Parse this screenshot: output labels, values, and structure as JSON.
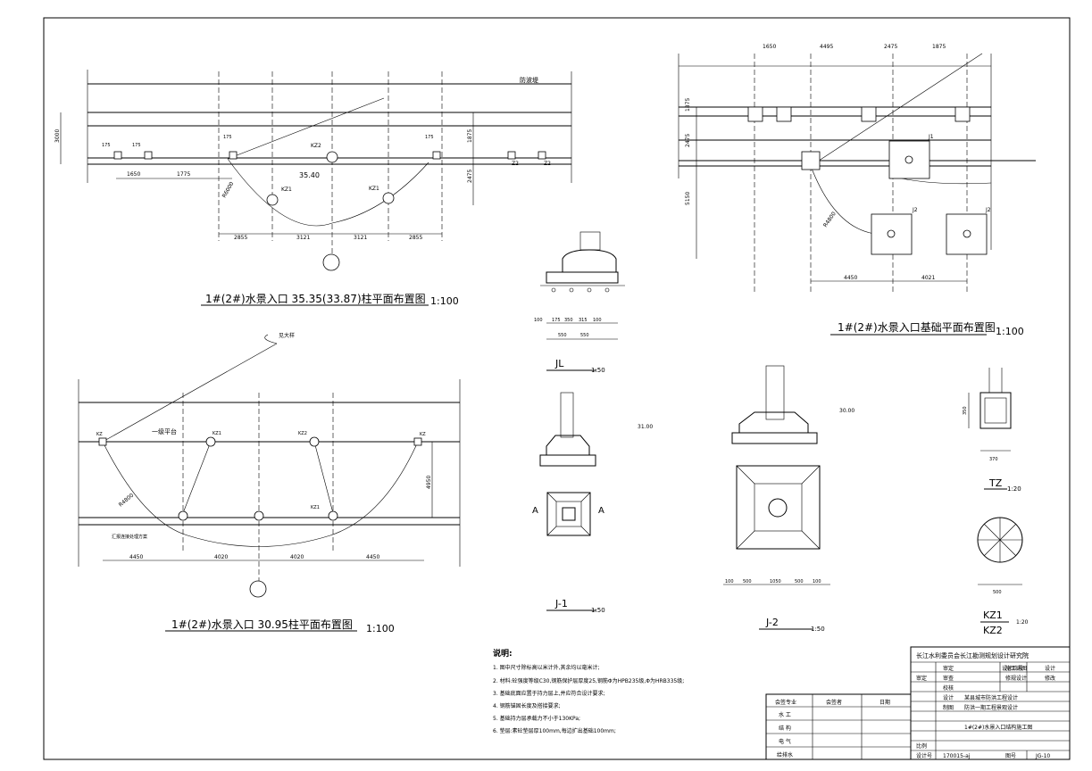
{
  "plan_top_left": {
    "title": "1#(2#)水景入口 35.35(33.87)柱平面布置图",
    "scale": "1:100",
    "elev_label": "35.40",
    "radius_label": "R6000",
    "col_labels": [
      "KZ2",
      "KZ1",
      "KZ1",
      "Z2",
      "Z2"
    ],
    "dims_bottom": [
      "2855",
      "3121",
      "3121",
      "2855"
    ],
    "dims_row": [
      "1650",
      "1775",
      "175",
      "175",
      "175",
      "175"
    ],
    "side_dims": [
      "3000",
      "2475",
      "1875"
    ],
    "note_top": "防波堤"
  },
  "plan_bottom_left": {
    "title": "1#(2#)水景入口 30.95柱平面布置图",
    "scale": "1:100",
    "platform_label": "一级平台",
    "radius_label": "R4800",
    "col_labels": [
      "KZ",
      "KZ1",
      "KZ2",
      "KZ1",
      "KZ"
    ],
    "dims_bottom": [
      "4450",
      "4020",
      "4020",
      "4450"
    ],
    "note": "汇报连接处理方案",
    "side_dim": "4950",
    "callout": "见大样"
  },
  "plan_right": {
    "title": "1#(2#)水景入口基础平面布置图",
    "scale": "1:100",
    "dims_top": [
      "1650",
      "4495",
      "2475",
      "1875"
    ],
    "dims_bottom": [
      "4450",
      "4021"
    ],
    "dims_side": [
      "1875",
      "2475",
      "5150"
    ],
    "radius_label": "R4800",
    "labels": [
      "J2",
      "J1",
      "J2"
    ]
  },
  "details": {
    "jl": {
      "label": "JL",
      "scale": "1:50",
      "dims": [
        "100",
        "175",
        "350",
        "315",
        "100"
      ],
      "dims2": [
        "550",
        "550"
      ]
    },
    "j1": {
      "label": "J-1",
      "scale": "1:50",
      "elev": "31.00",
      "section": "A"
    },
    "j2": {
      "label": "J-2",
      "scale": "1:50",
      "elev": "30.00",
      "dims": [
        "100",
        "500",
        "1050",
        "500",
        "100"
      ]
    },
    "tz": {
      "label": "TZ",
      "scale": "1:20",
      "dims": [
        "370",
        "350"
      ]
    },
    "kz": {
      "label_top": "KZ1",
      "label_bottom": "KZ2",
      "scale": "1:20",
      "dim": "500"
    }
  },
  "notes": {
    "heading": "说明:",
    "items": [
      "1. 图中尺寸除标高以米计外,其余均以毫米计;",
      "2. 材料:砼强度等级C30,钢筋保护层厚度25,钢筋Φ为HPB235级,Φ为HRB335级;",
      "3. 基础底面应置于持力层上,并应符合设计要求;",
      "4. 钢筋锚固长度及搭接要求;",
      "5. 基础持力层承载力不小于130KPa;",
      "6. 垫层:素砼垫层厚100mm,每边扩出基础100mm;"
    ]
  },
  "title_block": {
    "company": "长江水利委员会长江勘测规划设计研究院",
    "row1": [
      "设计阶段",
      "施工详图",
      "设计"
    ],
    "row2": [
      "审定",
      "修规设计",
      "修改"
    ],
    "project": "某县城市防洪工程设计",
    "sub": "防洪一期工程景观设计",
    "drawing": "1#(2#)水景入口结构施工图",
    "roles": [
      "审定",
      "审查",
      "校核",
      "设计",
      "制图"
    ],
    "disc_header": [
      "会签专业",
      "会签者",
      "日期"
    ],
    "disciplines": [
      "水 工",
      "结 构",
      "电 气",
      "给排水"
    ],
    "project_no_label": "设计号",
    "project_no": "170015-aj",
    "fig_label": "图号",
    "fig_no": "JG-10",
    "scale_label": "比例"
  }
}
